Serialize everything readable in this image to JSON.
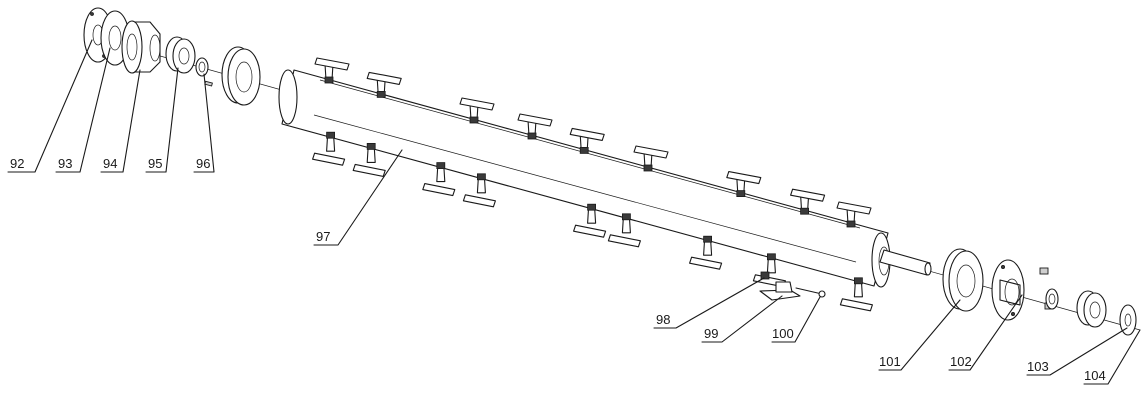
{
  "callouts": [
    {
      "id": "92",
      "text": "92"
    },
    {
      "id": "93",
      "text": "93"
    },
    {
      "id": "94",
      "text": "94"
    },
    {
      "id": "95",
      "text": "95"
    },
    {
      "id": "96",
      "text": "96"
    },
    {
      "id": "97",
      "text": "97"
    },
    {
      "id": "98",
      "text": "98"
    },
    {
      "id": "99",
      "text": "99"
    },
    {
      "id": "100",
      "text": "100"
    },
    {
      "id": "101",
      "text": "101"
    },
    {
      "id": "102",
      "text": "102"
    },
    {
      "id": "103",
      "text": "103"
    },
    {
      "id": "104",
      "text": "104"
    }
  ]
}
